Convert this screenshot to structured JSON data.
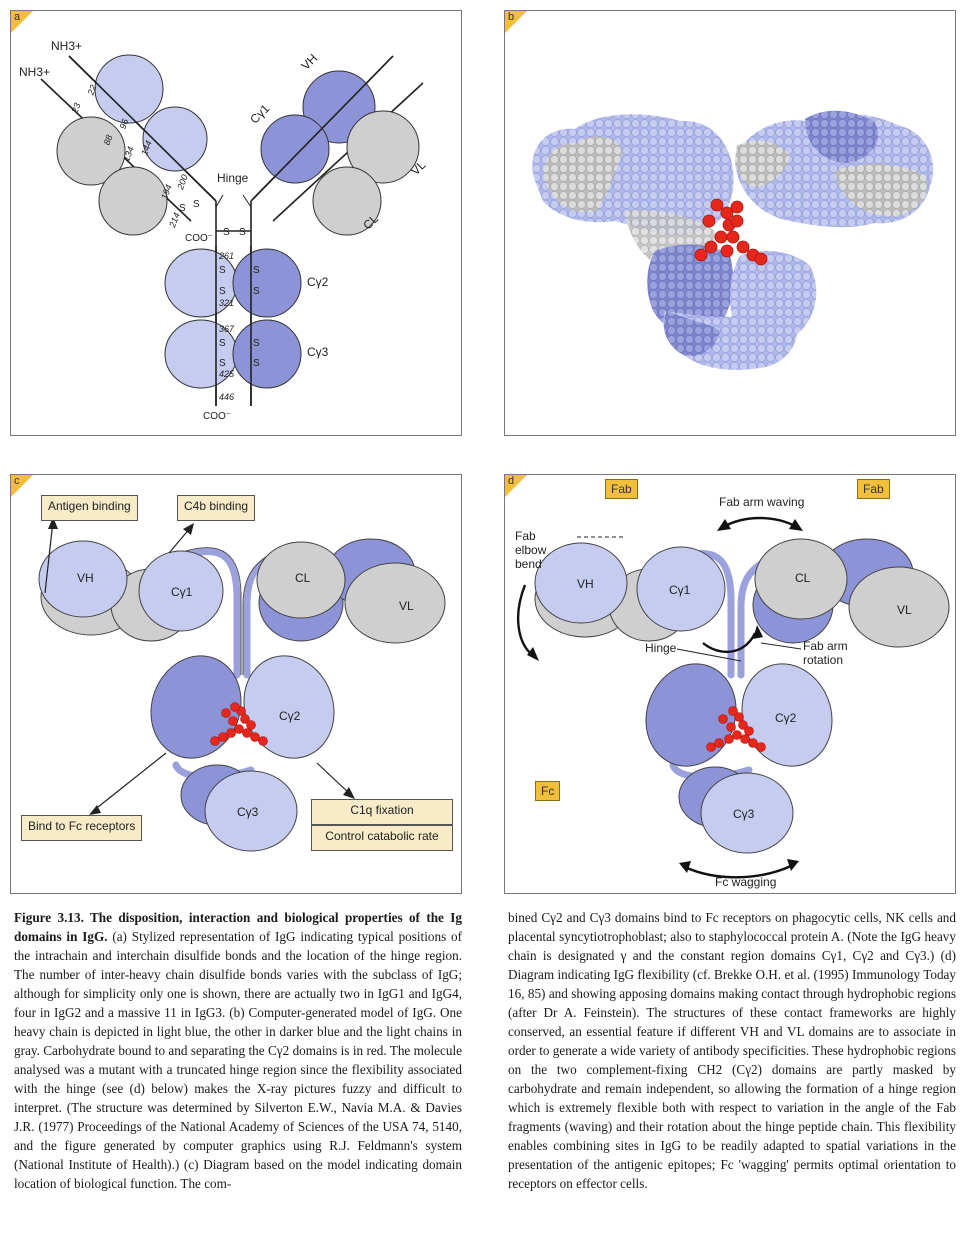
{
  "panel_a": {
    "tag": "a",
    "labels": {
      "nh3_top": "NH3+",
      "nh3_left": "NH3+",
      "vh": "VH",
      "cg1": "Cγ1",
      "vl": "VL",
      "cl": "CL",
      "hinge": "Hinge",
      "cg2": "Cγ2",
      "cg3": "Cγ3",
      "coo_upper": "COO⁻",
      "coo_bottom": "COO⁻"
    },
    "residue_numbers": [
      "23",
      "22",
      "88",
      "96",
      "134",
      "144",
      "194",
      "200",
      "214",
      "261",
      "321",
      "367",
      "425",
      "446"
    ]
  },
  "panel_b": {
    "tag": "b"
  },
  "panel_c": {
    "tag": "c",
    "boxes": {
      "antigen_binding": "Antigen binding",
      "c4b_binding": "C4b binding",
      "bind_fc": "Bind to Fc receptors",
      "c1q": "C1q fixation",
      "catabolic": "Control catabolic rate"
    },
    "domains": {
      "vh": "VH",
      "cg1": "Cγ1",
      "cl": "CL",
      "vl": "VL",
      "cg2": "Cγ2",
      "cg3": "Cγ3"
    }
  },
  "panel_d": {
    "tag": "d",
    "fab_left": "Fab",
    "fab_right": "Fab",
    "fc": "Fc",
    "fab_arm_waving": "Fab arm waving",
    "fab_elbow_bend": "Fab elbow bend",
    "hinge": "Hinge",
    "fab_arm_rotation": "Fab arm rotation",
    "fc_wagging": "Fc wagging",
    "domains": {
      "vh": "VH",
      "cg1": "Cγ1",
      "cl": "CL",
      "vl": "VL",
      "cg2": "Cγ2",
      "cg3": "Cγ3"
    }
  },
  "caption": {
    "bold": "Figure 3.13. The disposition, interaction and biological properties of the Ig domains in IgG.",
    "left_text": " (a) Stylized representation of IgG indicating typical positions of the intrachain and interchain disulfide bonds and the location of the hinge region. The number of inter-heavy chain disulfide bonds varies with the subclass of IgG; although for simplicity only one is shown, there are actually two in IgG1 and IgG4, four in IgG2 and a massive 11 in IgG3. (b) Computer-generated model of IgG. One heavy chain is depicted in light blue, the other in darker blue and the light chains in gray. Carbohydrate bound to and separating the Cγ2 domains is in red. The molecule analysed was a mutant with a truncated hinge region since the flexibility associated with the hinge (see (d) below) makes the X-ray pictures fuzzy and difficult to interpret. (The structure was determined by Silverton E.W., Navia M.A. & Davies J.R. (1977) Proceedings of the National Academy of Sciences of the USA 74, 5140, and the figure generated by computer graphics using R.J. Feldmann's system (National Institute of Health).) (c) Diagram based on the model indicating domain location of biological function. The com-",
    "right_text": "bined Cγ2 and Cγ3 domains bind to Fc receptors on phagocytic cells, NK cells and placental syncytiotrophoblast; also to staphylococcal protein A. (Note the IgG heavy chain is designated γ and the constant region domains Cγ1, Cγ2 and Cγ3.) (d) Diagram indicating IgG flexibility (cf. Brekke O.H. et al. (1995) Immunology Today 16, 85) and showing apposing domains making contact through hydrophobic regions (after Dr A. Feinstein). The structures of these contact frameworks are highly conserved, an essential feature if different VH and VL domains are to associate in order to generate a wide variety of antibody specificities. These hydrophobic regions on the two complement-fixing CH2 (Cγ2) domains are partly masked by carbohydrate and remain independent, so allowing the formation of a hinge region which is extremely flexible both with respect to variation in the angle of the Fab fragments (waving) and their rotation about the hinge peptide chain. This flexibility enables combining sites in IgG to be readily adapted to spatial variations in the presentation of the antigenic epitopes; Fc 'wagging' permits optimal orientation to receptors on effector cells."
  },
  "colors": {
    "light_blue": "#c5ccef",
    "dark_blue": "#8c93d6",
    "gray": "#cfcfcf",
    "carbohydrate_red": "#e8271c",
    "tag_yellow": "#f2bf3a",
    "box_cream": "#f7ebc8"
  }
}
